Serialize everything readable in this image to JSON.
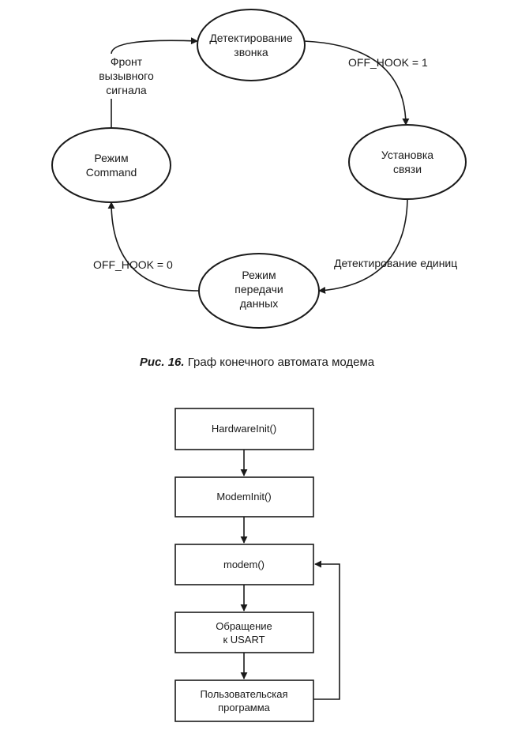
{
  "state_diagram": {
    "states": {
      "ring_detect": [
        "Детектирование",
        "звонка"
      ],
      "connect": [
        "Установка",
        "связи"
      ],
      "data_mode": [
        "Режим",
        "передачи",
        "данных"
      ],
      "command_mode": [
        "Режим",
        "Command"
      ]
    },
    "transitions": {
      "ring_to_connect": "OFF_HOOK = 1",
      "connect_to_data": "Детектирование единиц",
      "data_to_command": "OFF_HOOK = 0",
      "command_to_ring": [
        "Фронт",
        "вызывного",
        "сигнала"
      ]
    }
  },
  "caption": {
    "prefix": "Рис. 16.",
    "text": "Граф конечного автомата модема"
  },
  "flowchart": {
    "boxes": {
      "hardware_init": [
        "HardwareInit()"
      ],
      "modem_init": [
        "ModemInit()"
      ],
      "modem": [
        "modem()"
      ],
      "usart": [
        "Обращение",
        "к USART"
      ],
      "user_program": [
        "Пользовательская",
        "программа"
      ]
    }
  }
}
